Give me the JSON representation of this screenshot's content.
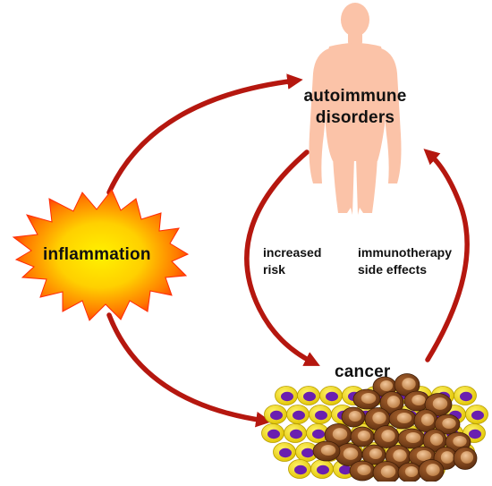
{
  "nodes": {
    "inflammation": "inflammation",
    "autoimmune_line1": "autoimmune",
    "autoimmune_line2": "disorders",
    "cancer": "cancer"
  },
  "edges": {
    "increased_risk_line1": "increased",
    "increased_risk_line2": "risk",
    "immunotherapy_line1": "immunotherapy",
    "immunotherapy_line2": "side effects"
  },
  "colors": {
    "arrow": "#b5170f",
    "skin": "#fbc3a8",
    "burst_outer": "#ff3a0a",
    "burst_inner": "#ffe600",
    "healthy_cell": "#f7e31b",
    "healthy_nucleus": "#6a1fb0",
    "tumor_cell": "#8a4a1c",
    "tumor_nucleus": "#d9a171"
  }
}
